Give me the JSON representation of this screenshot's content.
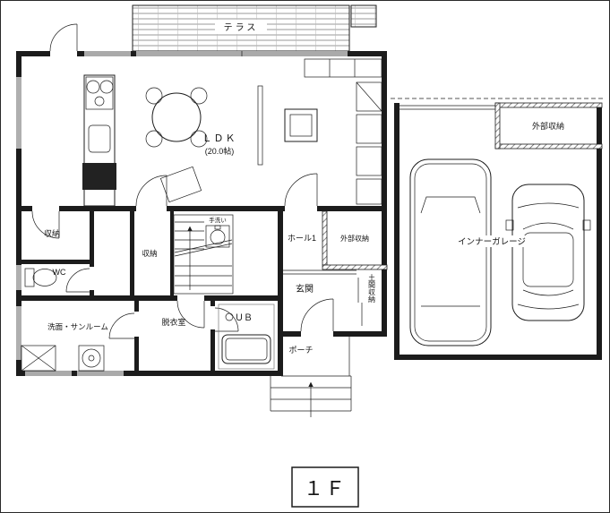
{
  "floor": {
    "label": "１Ｆ"
  },
  "rooms": {
    "terrace": "テラス",
    "ldk_name": "ＬＤＫ",
    "ldk_area": "(20.0帖)",
    "storage_left": "収納",
    "wc": "WC",
    "handwash": "手洗い",
    "storage_mid": "収納",
    "hall": "ホール1",
    "ext_storage_inner": "外部収納",
    "entrance": "玄関",
    "doma_storage": "土間収納",
    "dressing_room": "脱衣室",
    "unit_bath": "ＵＢ",
    "washroom_sunroom": "洗面・サンルーム",
    "porch": "ポーチ",
    "ext_storage_top": "外部収納",
    "inner_garage": "インナーガレージ"
  },
  "colors": {
    "line": "#1c1c1c",
    "hatch": "#8a8a8a",
    "paper": "#ffffff"
  }
}
